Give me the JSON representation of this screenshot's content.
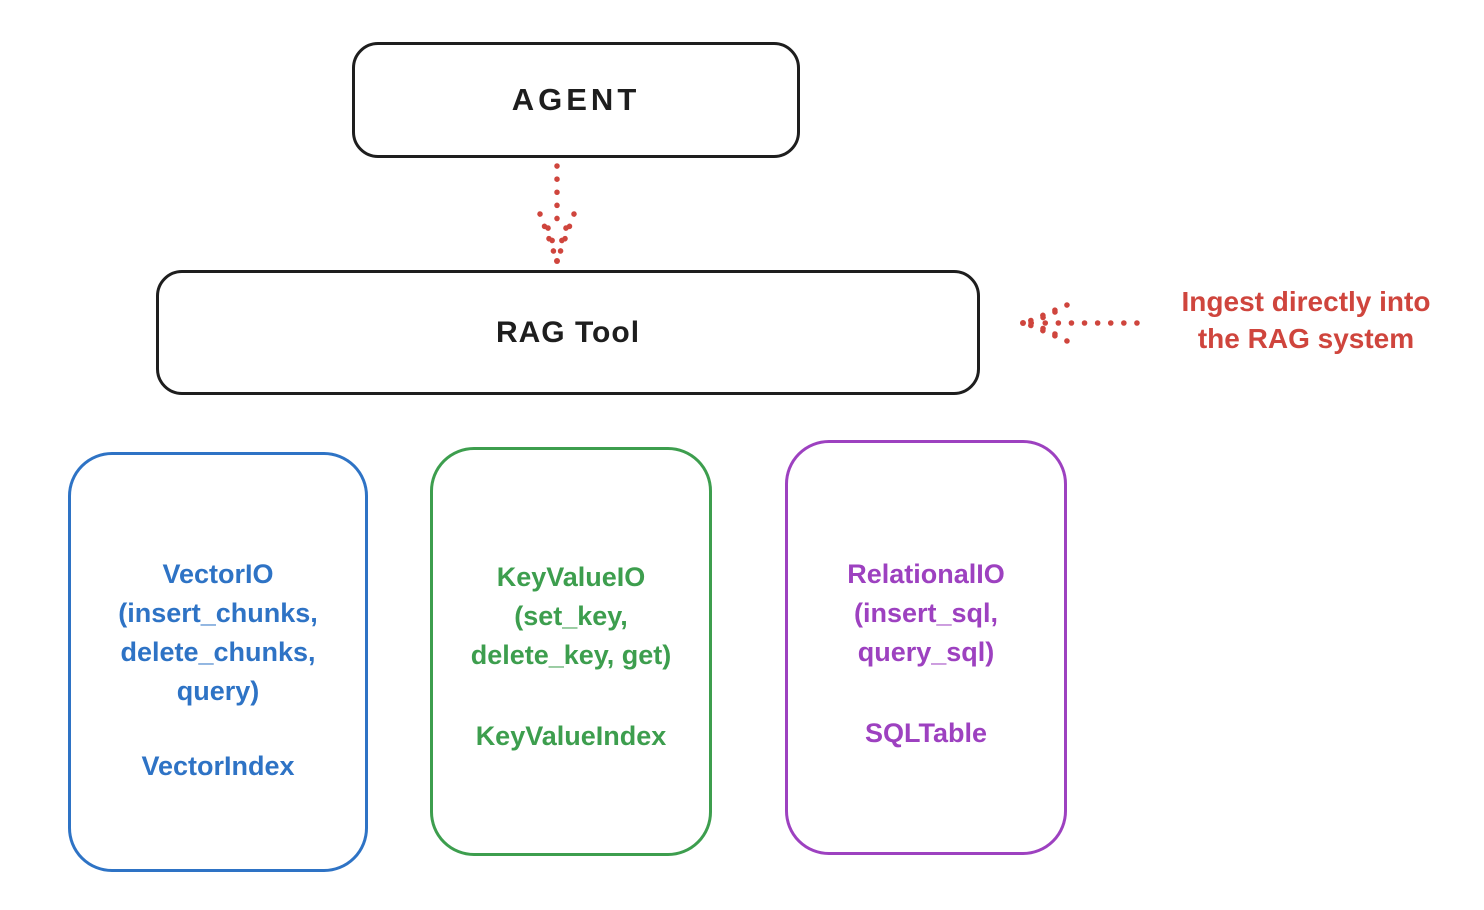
{
  "diagram": {
    "agent_box": {
      "label": "AGENT"
    },
    "rag_tool_box": {
      "label": "RAG Tool"
    },
    "annotation": {
      "line1": "Ingest directly into",
      "line2": "the RAG system"
    },
    "arrows": [
      {
        "name": "agent-to-rag-tool",
        "style": "dotted",
        "direction": "down",
        "color": "#cf453d"
      },
      {
        "name": "annotation-to-rag-tool",
        "style": "dotted",
        "direction": "left",
        "color": "#cf453d"
      }
    ],
    "io_boxes": [
      {
        "id": "vector-io",
        "color": "#2e73c5",
        "lines": [
          "VectorIO",
          "(insert_chunks,",
          "delete_chunks,",
          "query)"
        ],
        "index_label": "VectorIndex"
      },
      {
        "id": "keyvalue-io",
        "color": "#3d9e4e",
        "lines": [
          "KeyValueIO",
          "(set_key,",
          "delete_key, get)"
        ],
        "index_label": "KeyValueIndex"
      },
      {
        "id": "relational-io",
        "color": "#9d41c0",
        "lines": [
          "RelationalIO",
          "(insert_sql,",
          "query_sql)"
        ],
        "index_label": "SQLTable"
      }
    ],
    "colors": {
      "stroke_black": "#1e1e1e",
      "accent_red": "#cf453d",
      "accent_blue": "#2e73c5",
      "accent_green": "#3d9e4e",
      "accent_purple": "#9d41c0",
      "background": "#ffffff"
    }
  }
}
